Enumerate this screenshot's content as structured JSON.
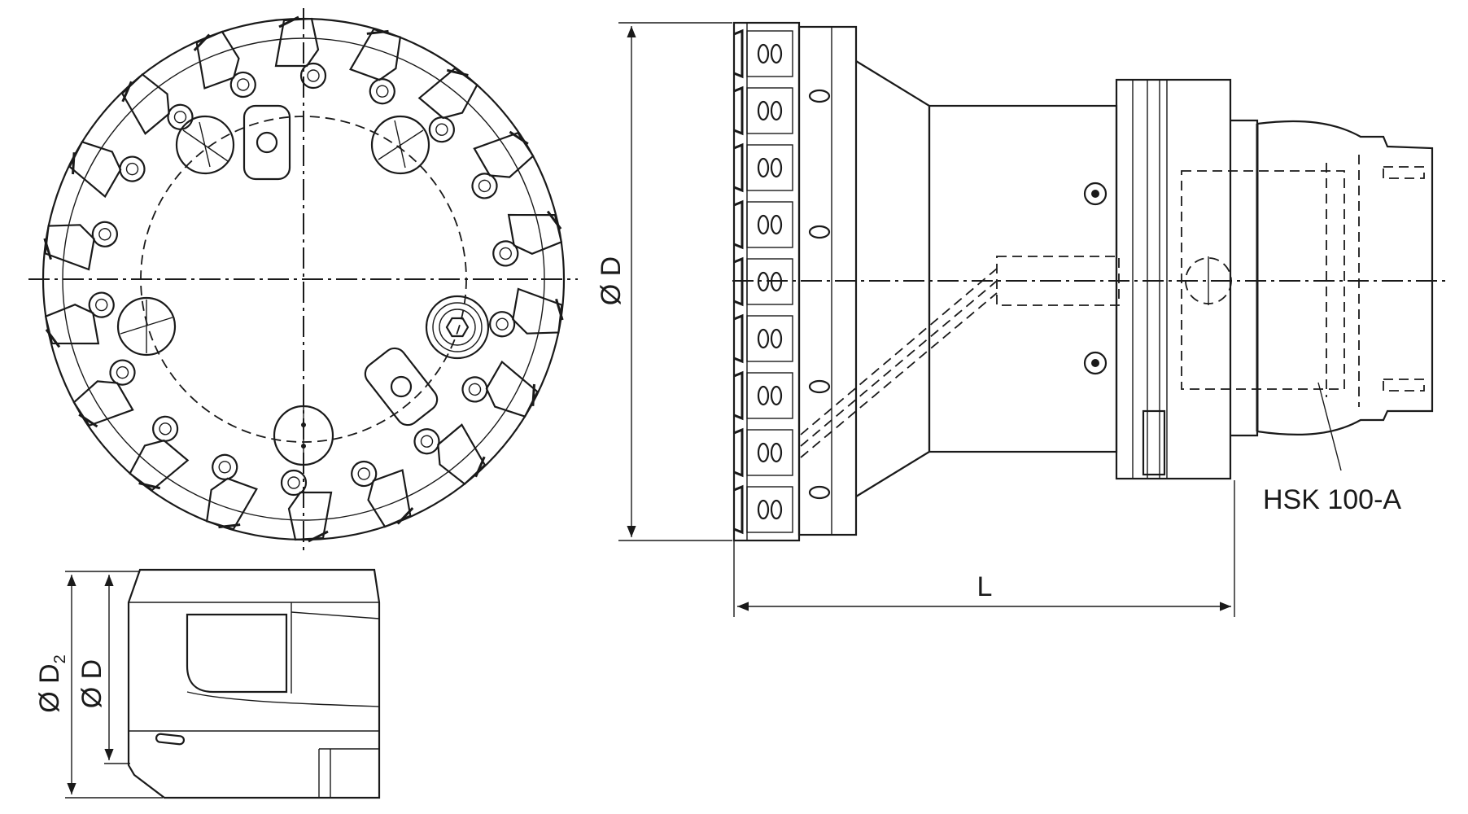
{
  "labels": {
    "front_diameter": "Ø D",
    "length": "L",
    "shank": "HSK 100-A",
    "insert_outer_diameter": "Ø D",
    "insert_diameter_d2_prefix": "Ø D",
    "insert_diameter_d2_subscript": "2"
  },
  "colors": {
    "line": "#1a1a1a",
    "background": "#ffffff"
  }
}
